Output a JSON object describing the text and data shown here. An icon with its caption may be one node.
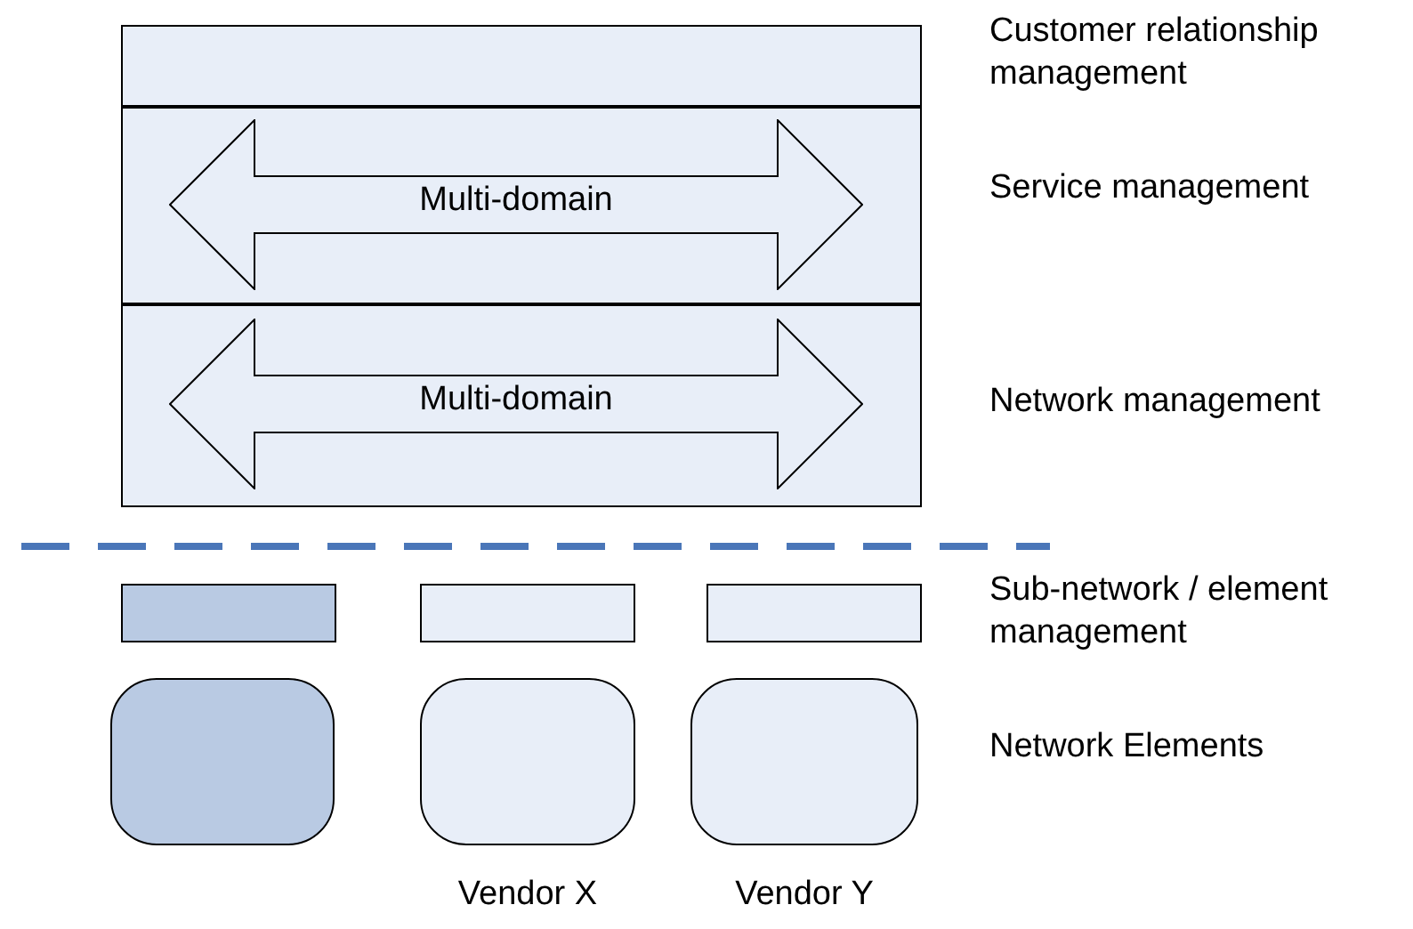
{
  "diagram": {
    "nodes": [
      {
        "text": [],
        "shape": "box"
      },
      {
        "text": [],
        "shape": "box"
      },
      {
        "text": [
          "Multi-domain"
        ],
        "in": 1
      },
      {
        "text": [],
        "shape": "box"
      },
      {
        "text": [
          "Multi-domain"
        ],
        "in": 3
      },
      {
        "text": [],
        "shape": "box"
      },
      {
        "text": [],
        "shape": "box"
      },
      {
        "text": [],
        "shape": "box"
      },
      {
        "text": [],
        "shape": "box"
      },
      {
        "text": [],
        "shape": "box",
        "beside": [
          "Vendor X"
        ]
      },
      {
        "text": [],
        "shape": "box",
        "beside": [
          "Vendor Y"
        ]
      }
    ],
    "edges": [],
    "labels": [
      "Customer relationship management",
      "Service management",
      "Network management",
      "Sub-network / element management",
      "Network Elements"
    ]
  }
}
